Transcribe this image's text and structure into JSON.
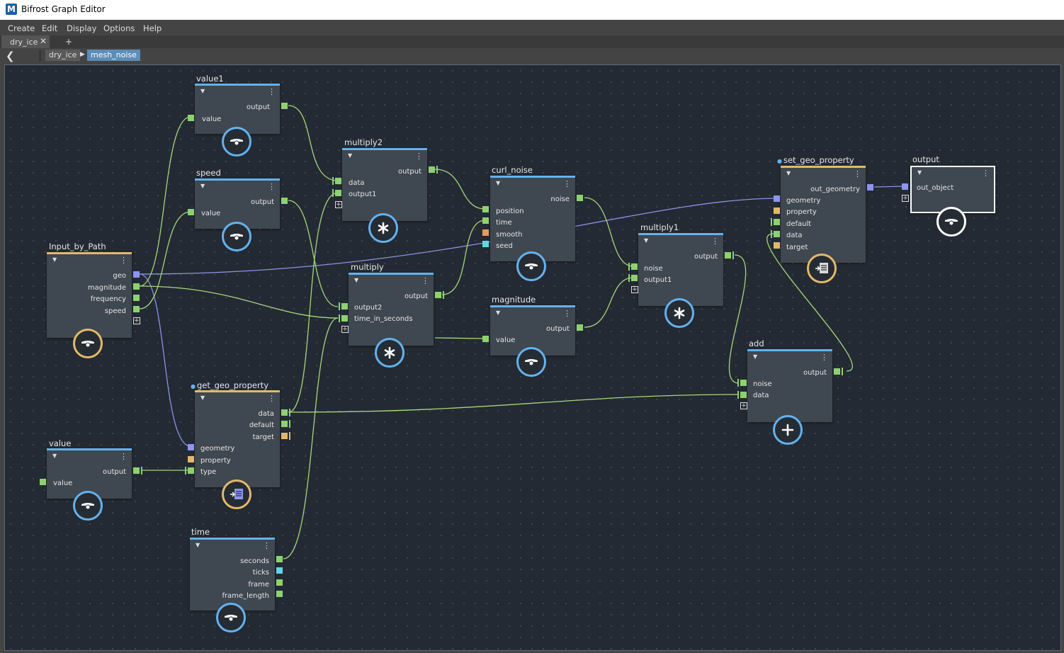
{
  "window": {
    "title": "Bifrost Graph Editor",
    "logo": "M"
  },
  "menu": [
    "Create",
    "Edit",
    "Display",
    "Options",
    "Help"
  ],
  "tabs": [
    {
      "label": "dry_ice",
      "close": "✕"
    }
  ],
  "new_tab": "+",
  "breadcrumb": [
    "dry_ice",
    "mesh_noise"
  ],
  "nodes": {
    "value1": {
      "title": "value1",
      "outputs": [
        "output"
      ],
      "inputs": [
        "value"
      ],
      "icon": "value-icon"
    },
    "speed": {
      "title": "speed",
      "outputs": [
        "output"
      ],
      "inputs": [
        "value"
      ],
      "icon": "value-icon"
    },
    "input_by_path": {
      "title": "Input_by_Path",
      "outputs": [
        "geo",
        "magnitude",
        "frequency",
        "speed"
      ],
      "icon": "input-icon"
    },
    "get_geo_property": {
      "title": "get_geo_property",
      "outputs": [
        "data",
        "default",
        "target"
      ],
      "inputs": [
        "geometry",
        "property",
        "type"
      ],
      "icon": "geo-property-icon"
    },
    "value": {
      "title": "value",
      "outputs": [
        "output"
      ],
      "inputs": [
        "value"
      ],
      "icon": "value-icon"
    },
    "time": {
      "title": "time",
      "outputs": [
        "seconds",
        "ticks",
        "frame",
        "frame_length"
      ],
      "icon": "value-icon"
    },
    "multiply2": {
      "title": "multiply2",
      "outputs": [
        "output"
      ],
      "inputs": [
        "data",
        "output1"
      ],
      "icon": "multiply-icon"
    },
    "multiply": {
      "title": "multiply",
      "outputs": [
        "output"
      ],
      "inputs": [
        "output2",
        "time_in_seconds"
      ],
      "icon": "multiply-icon"
    },
    "curl_noise": {
      "title": "curl_noise",
      "outputs": [
        "noise"
      ],
      "inputs": [
        "position",
        "time",
        "smooth",
        "seed"
      ],
      "icon": "value-icon"
    },
    "magnitude": {
      "title": "magnitude",
      "outputs": [
        "output"
      ],
      "inputs": [
        "value"
      ],
      "icon": "value-icon"
    },
    "multiply1": {
      "title": "multiply1",
      "outputs": [
        "output"
      ],
      "inputs": [
        "noise",
        "output1"
      ],
      "icon": "multiply-icon"
    },
    "set_geo_property": {
      "title": "set_geo_property",
      "outputs": [
        "out_geometry"
      ],
      "inputs": [
        "geometry",
        "property",
        "default",
        "data",
        "target"
      ],
      "icon": "set-geo-property-icon"
    },
    "output": {
      "title": "output",
      "inputs": [
        "out_object"
      ],
      "icon": "output-icon"
    },
    "add": {
      "title": "add",
      "outputs": [
        "output"
      ],
      "inputs": [
        "noise",
        "data"
      ],
      "icon": "add-icon"
    }
  },
  "colors": {
    "canvas": "#232a33",
    "node": "#3f4750",
    "header_blue": "#64b2ee",
    "header_gold": "#e3b96a",
    "port_green": "#8ed170",
    "port_blue": "#8c96f0",
    "port_gold": "#e2b866",
    "port_orange": "#e39a5c",
    "port_cyan": "#5fd6e6",
    "wire_green": "#a6d67b",
    "wire_blue": "#8c92e6"
  }
}
